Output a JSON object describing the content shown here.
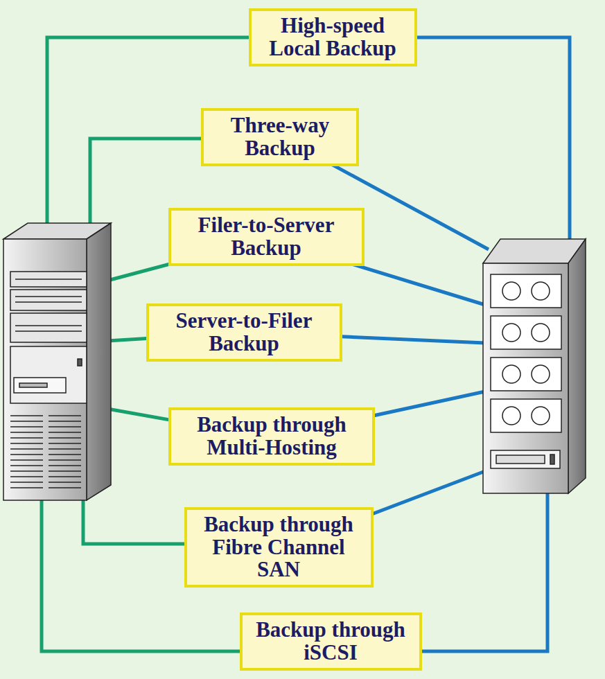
{
  "diagram": {
    "nodes": [
      {
        "text": [
          "High-speed Local Backup"
        ]
      },
      {
        "text": [
          "Three-way Backup"
        ]
      },
      {
        "text": [
          "Filer-to-Server Backup"
        ]
      },
      {
        "text": [
          "Server-to-Filer Backup"
        ]
      },
      {
        "text": [
          "Backup through Multi-Hosting"
        ]
      },
      {
        "text": [
          "Backup through Fibre Channel SAN"
        ]
      },
      {
        "text": [
          "Backup through iSCSI"
        ]
      }
    ]
  }
}
